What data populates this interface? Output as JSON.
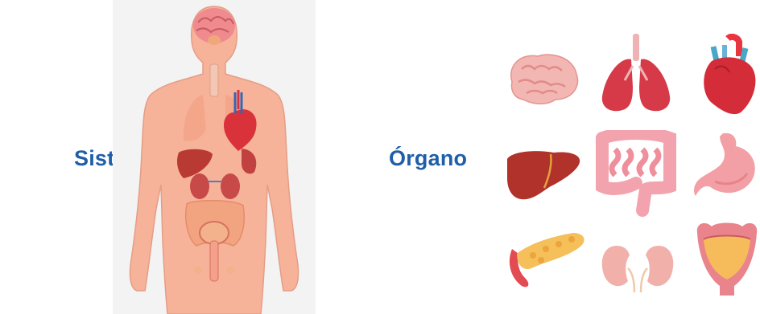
{
  "labels": {
    "system": "Sistema",
    "organ": "Órgano"
  },
  "illustrations": {
    "body": "human-body-organ-systems",
    "organs": [
      "brain",
      "lungs",
      "heart",
      "liver",
      "intestines",
      "stomach",
      "pancreas",
      "kidneys",
      "bladder"
    ]
  },
  "colors": {
    "label_blue": "#1f5ea8",
    "skin": "#f6b39a",
    "organ_red": "#c8282e",
    "organ_pink": "#f0a0a5",
    "brain_pink": "#f3b7b3"
  }
}
